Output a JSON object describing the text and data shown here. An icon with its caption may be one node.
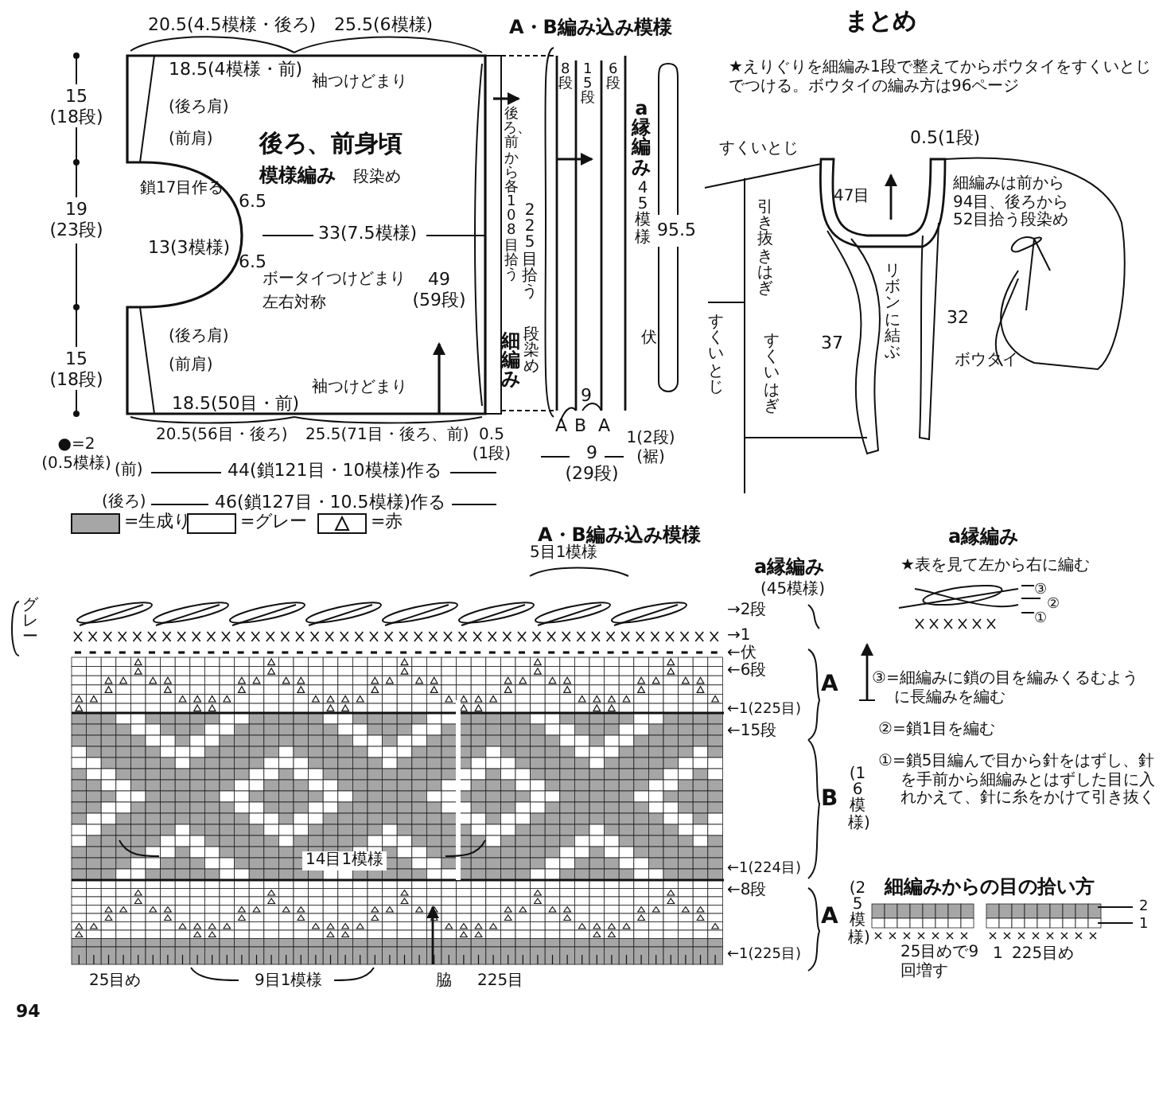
{
  "diagram": {
    "labels": [
      "20.5(4.5模様・後ろ)",
      "25.5(6模様)",
      "18.5(4模様・前)",
      "袖つけどまり",
      "15 (18段)",
      "(後ろ肩)",
      "(前肩)",
      "後ろ、前身頃",
      "模様編み",
      "段染め",
      "鎖17目作る",
      "6.5",
      "19 (23段)",
      "13(3模様)",
      "33(7.5模様)",
      "6.5",
      "ボータイつけどまり",
      "左右対称",
      "49 (59段)",
      "15 (18段)",
      "(後ろ肩)",
      "(前肩)",
      "袖つけどまり",
      "18.5(50目・前)",
      "●=2 (0.5模様)",
      "20.5(56目・後ろ)",
      "25.5(71目・後ろ、前)",
      "0.5 (1段)",
      "(前)",
      "44(鎖121目・10模様)作る",
      "(後ろ)",
      "46(鎖127目・10.5模様)作る",
      "A・B編み込み模様",
      "後ろ、前から各108目拾う",
      "225目拾う",
      "8段",
      "15段",
      "6段",
      "a縁編み",
      "45模様",
      "95.5",
      "細編み",
      "段染め",
      "伏",
      "9",
      "A",
      "B",
      "A",
      "9 (29段)",
      "1(2段) (裾)",
      "まとめ",
      "★えりぐりを細編み1段で整えてからボウタイをすくいとじでつける。ボウタイの編み方は96ページ",
      "すくいとじ",
      "0.5(1段)",
      "47目",
      "細編みは前から94目、後ろから52目拾う段染め",
      "引き抜きはぎ",
      "リボンに結ぶ",
      "32",
      "37",
      "すくいとじ",
      "すくいはぎ",
      "ボウタイ",
      "A・B編み込み模様",
      "5目1模様",
      "a縁編み",
      "(45模様)",
      "グレー",
      "→2段",
      "→1",
      "←伏",
      "←6段",
      "←1(225目)",
      "←15段",
      "←1(224目)",
      "←8段",
      "←1(225目)",
      "A",
      "B",
      "(16模様)",
      "A",
      "(25模様)",
      "14目1模様",
      "25目め",
      "9目1模様",
      "脇",
      "225目",
      "a縁編み",
      "★表を見て左から右に編む",
      "③",
      "②",
      "①",
      "③=細編みに鎖の目を編みくるむように長編みを編む",
      "②=鎖1目を編む",
      "①=鎖5目編んで目から針をはずし、針を手前から細編みとはずした目に入れかえて、針に糸をかけて引き抜く",
      "細編みからの目の拾い方",
      "2",
      "1",
      "25目めで9回増す",
      "1",
      "225目め",
      "94"
    ],
    "legend": [
      {
        "text": "=生成り",
        "color": "#a6a6a6"
      },
      {
        "text": "=グレー",
        "color": "#ffffff"
      },
      {
        "text": "=赤"
      }
    ]
  }
}
